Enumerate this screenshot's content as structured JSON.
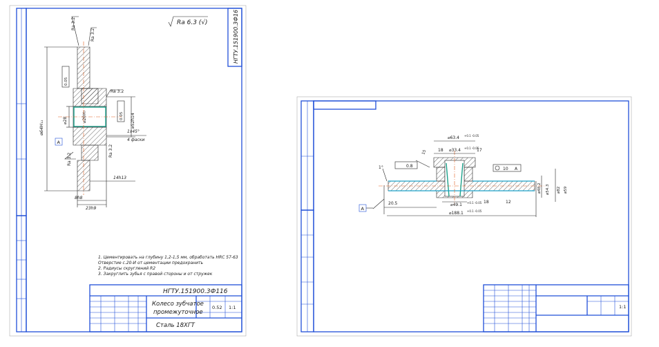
{
  "left_sheet": {
    "title_block_code": "НГТУ.151900.3Ф116",
    "rotated_code": "НГТУ.151900.3Ф16",
    "part_name_line1": "Колесо зубчатое",
    "part_name_line2": "промежуточное",
    "material": "Сталь 18ХГТ",
    "roughness": "Ra 6.3 (√)",
    "mass": "0.52",
    "scale": "1:1",
    "notes": [
      "1. Цементировать на глубину 1,2-1,5 мм, обработать HRC 57-63",
      "Отверстие с.20-И от цементации предохранить",
      "2. Радиусы скруглений R2",
      "3. Закруглить зубья с правой стороны и от стружек"
    ],
    "dims": {
      "d_tip": "⌀64Н₁₁",
      "tol1": "0.05",
      "tol2": "0.05",
      "ra_a": "Ra 3.2",
      "ra_b": "Ra 3.2",
      "ra_c": "Ra 3.2",
      "bore": "⌀20Н₇",
      "hub": "⌀28",
      "hub_out": "⌀52h14",
      "datum": "A",
      "chamfer": "1x45°",
      "chamfer_n": "4 фаски",
      "len1": "14h13",
      "len2": "8h8",
      "len3": "23h9",
      "ra_d": "Ra 3.2",
      "ra_e": "Ra 3.2"
    }
  },
  "right_sheet": {
    "dims": {
      "d_top": "⌀63.4",
      "d_top_tol": "+0.1 -0.05",
      "d_33": "⌀33.4",
      "d_33_tol": "+0.1 -0.05",
      "w18a": "18",
      "w17": "17",
      "r_small": "15",
      "tol_box": "0.8",
      "datum_box": "10",
      "datum": "A",
      "ang": "1°",
      "d_49": "⌀49.1",
      "d_49_tol": "+0.1 -0.05",
      "w18b": "18",
      "w205": "20.5",
      "d_188": "⌀188.1",
      "d_188_tol": "+0.1 -0.05",
      "w_12": "12",
      "d_right": "⌀82",
      "d_right2": "⌀59",
      "side_a": "⌀48.2",
      "side_b": "⌀54.3"
    },
    "scale": "1:1"
  }
}
